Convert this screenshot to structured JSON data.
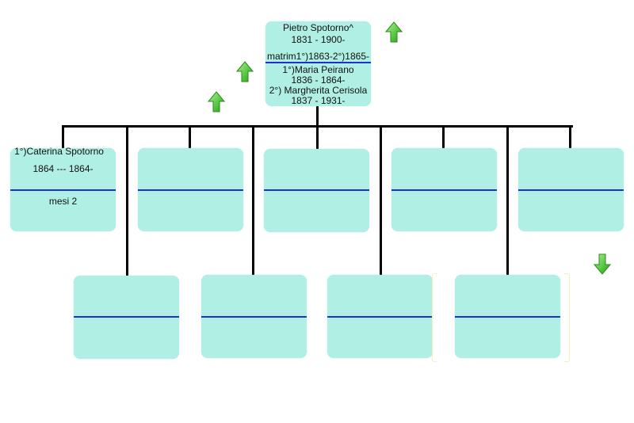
{
  "root": {
    "name": "Pietro Spotorno^",
    "dates": "1831 - 1900-",
    "marriages": "matrim1°)1863-2°)1865-",
    "spouse1_name": "1°)Maria Peirano",
    "spouse1_dates": "1836 - 1864-",
    "spouse2_name": "2°) Margherita Cerisola",
    "spouse2_dates": "1837 - 1931-"
  },
  "children": [
    {
      "name": "1°)Caterina Spotorno",
      "dates": "1864 --- 1864-",
      "note": "mesi 2"
    },
    {
      "name": "",
      "dates": "",
      "note": ""
    },
    {
      "name": "",
      "dates": "",
      "note": ""
    },
    {
      "name": "",
      "dates": "",
      "note": ""
    },
    {
      "name": "",
      "dates": "",
      "note": ""
    },
    {
      "name": "",
      "dates": "",
      "note": ""
    },
    {
      "name": "",
      "dates": "",
      "note": ""
    },
    {
      "name": "",
      "dates": "",
      "note": ""
    },
    {
      "name": "",
      "dates": "",
      "note": ""
    }
  ],
  "colors": {
    "box_fill": "#b0efe4",
    "separator": "#1f2fd6",
    "connector": "#000000",
    "arrow_fill": "#3cc81e"
  },
  "icons": [
    "up-arrow-icon",
    "down-arrow-icon"
  ]
}
